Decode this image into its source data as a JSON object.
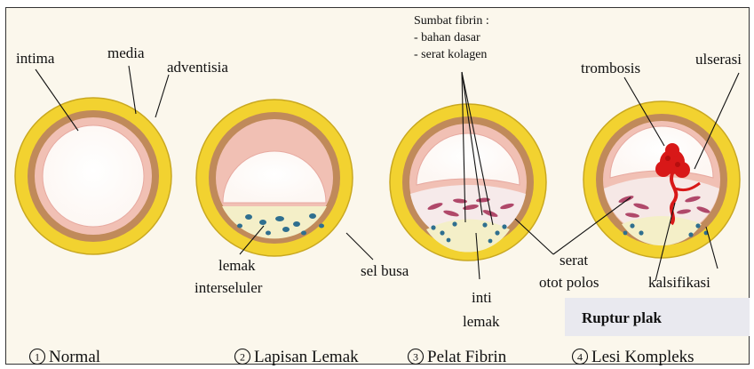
{
  "labels": {
    "intima": "intima",
    "media": "media",
    "adventisia": "adventisia",
    "sumbat_title": "Sumbat fibrin :",
    "sumbat_item1": "- bahan dasar",
    "sumbat_item2": "- serat kolagen",
    "trombosis": "trombosis",
    "ulserasi": "ulserasi",
    "lemak": "lemak",
    "interseluler": "interseluler",
    "sel_busa": "sel busa",
    "serat": "serat",
    "otot_polos": "otot polos",
    "kalsifikasi": "kalsifikasi",
    "inti": "inti",
    "inti_lemak": "lemak",
    "ruptur_plak": "Ruptur plak"
  },
  "stages": [
    {
      "number": "1",
      "name": "Normal"
    },
    {
      "number": "2",
      "name": "Lapisan Lemak"
    },
    {
      "number": "3",
      "name": "Pelat Fibrin"
    },
    {
      "number": "4",
      "name": "Lesi Kompleks"
    }
  ],
  "colors": {
    "adventitia": "#f2d230",
    "adventitia_edge": "#c9a820",
    "media": "#c08a5a",
    "intima": "#f1c0b4",
    "lumen": "#ffffff",
    "lipid": "#f4efc8",
    "foam_cell": "#2f6f8f",
    "muscle_fiber": "#b0486a",
    "thrombus": "#d81818"
  }
}
